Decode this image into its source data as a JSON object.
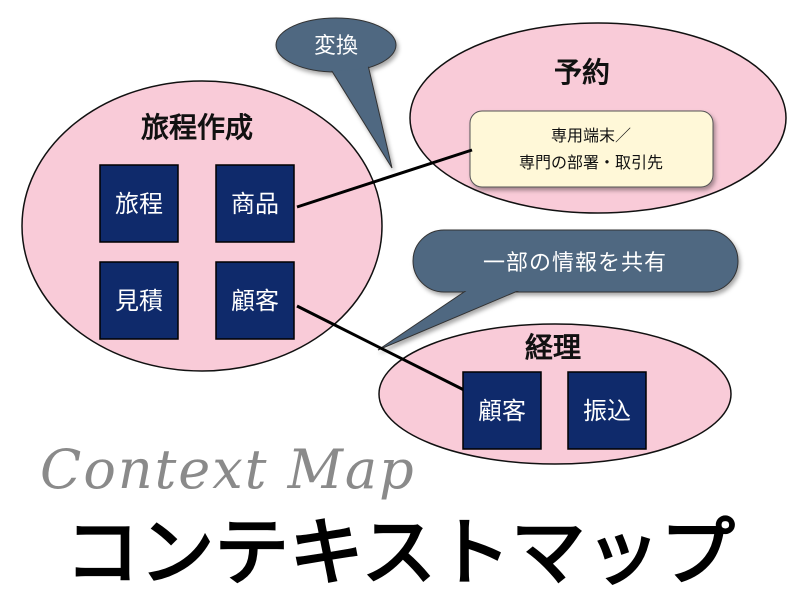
{
  "contexts": {
    "itinerary": {
      "title": "旅程作成",
      "boxes": [
        "旅程",
        "商品",
        "見積",
        "顧客"
      ]
    },
    "booking": {
      "title": "予約",
      "note_lines": [
        "専用端末／",
        "専門の部署・取引先"
      ]
    },
    "accounting": {
      "title": "経理",
      "boxes": [
        "顧客",
        "振込"
      ]
    }
  },
  "callouts": {
    "transform": "変換",
    "shared": "一部の情報を共有"
  },
  "footer": {
    "script_title": "Context Map",
    "main_title": "コンテキストマップ"
  },
  "colors": {
    "context_fill": "#f9cbd8",
    "box_fill": "#0f2a6b",
    "callout_fill": "#4f6781",
    "note_fill": "#fff8d8"
  }
}
